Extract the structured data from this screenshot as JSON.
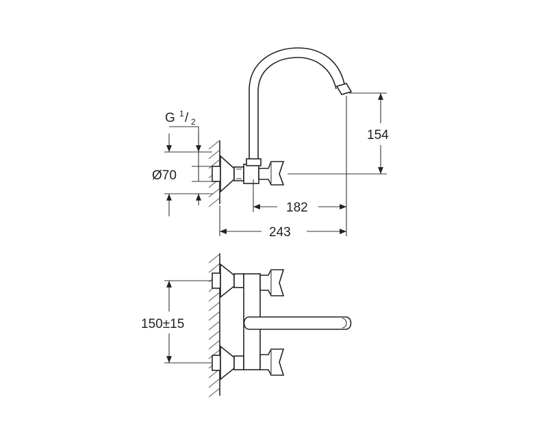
{
  "dimensions": {
    "thread": "G",
    "thread_sup": "1",
    "thread_sub": "2",
    "diameter": "Ø70",
    "spout_height": "154",
    "outlet_reach": "182",
    "total_reach": "243",
    "centers": "150±15"
  }
}
